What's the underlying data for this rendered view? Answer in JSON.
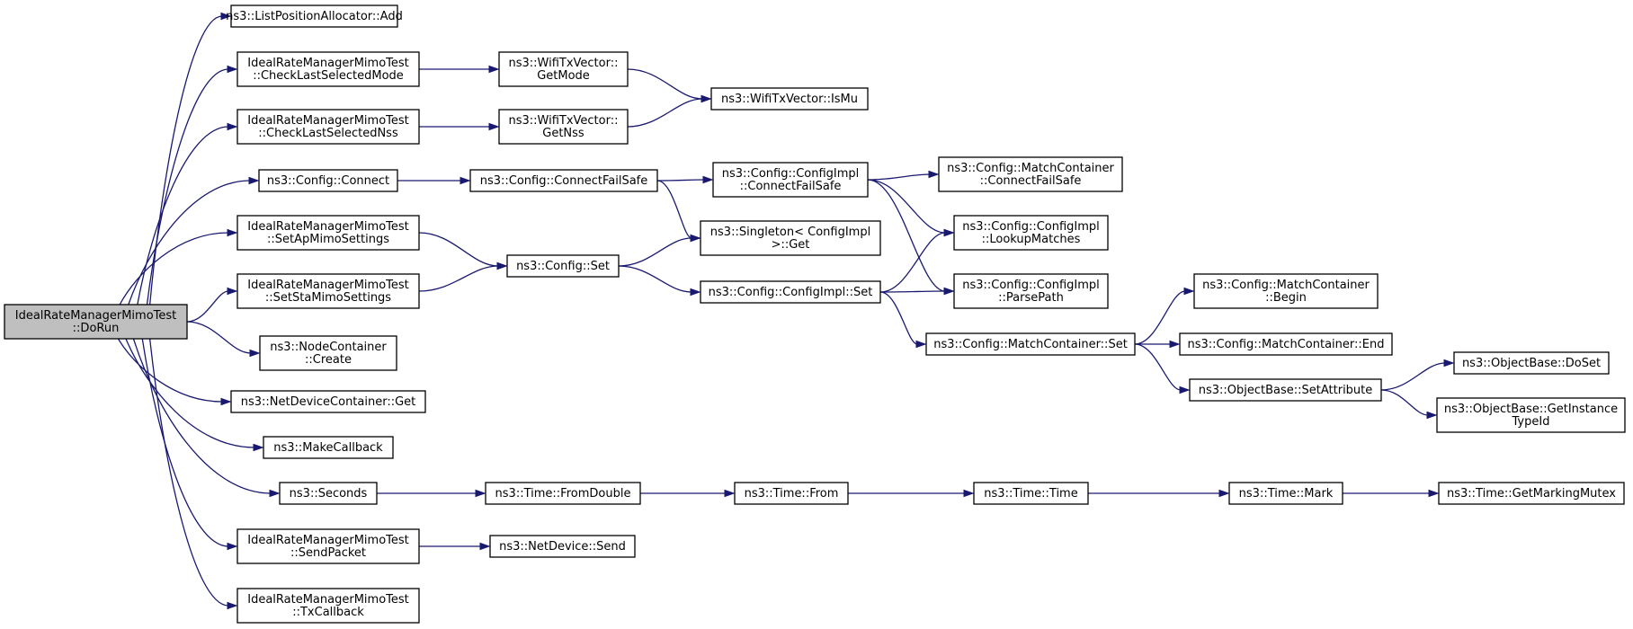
{
  "graph": {
    "colors": {
      "edge": "#191970",
      "root_fill": "#bfbfbf",
      "node_fill": "#ffffff",
      "node_border": "#000000"
    },
    "nodes": [
      {
        "id": "root",
        "lines": [
          "IdealRateManagerMimoTest",
          "::DoRun"
        ],
        "root": true
      },
      {
        "id": "listadd",
        "lines": [
          "ns3::ListPositionAllocator::Add"
        ]
      },
      {
        "id": "checkmode",
        "lines": [
          "IdealRateManagerMimoTest",
          "::CheckLastSelectedMode"
        ]
      },
      {
        "id": "checknss",
        "lines": [
          "IdealRateManagerMimoTest",
          "::CheckLastSelectedNss"
        ]
      },
      {
        "id": "connect",
        "lines": [
          "ns3::Config::Connect"
        ]
      },
      {
        "id": "setap",
        "lines": [
          "IdealRateManagerMimoTest",
          "::SetApMimoSettings"
        ]
      },
      {
        "id": "setsta",
        "lines": [
          "IdealRateManagerMimoTest",
          "::SetStaMimoSettings"
        ]
      },
      {
        "id": "nccreate",
        "lines": [
          "ns3::NodeContainer",
          "::Create"
        ]
      },
      {
        "id": "ndcget",
        "lines": [
          "ns3::NetDeviceContainer::Get"
        ]
      },
      {
        "id": "makecb",
        "lines": [
          "ns3::MakeCallback"
        ]
      },
      {
        "id": "seconds",
        "lines": [
          "ns3::Seconds"
        ]
      },
      {
        "id": "sendpacket",
        "lines": [
          "IdealRateManagerMimoTest",
          "::SendPacket"
        ]
      },
      {
        "id": "txcb",
        "lines": [
          "IdealRateManagerMimoTest",
          "::TxCallback"
        ]
      },
      {
        "id": "getmode",
        "lines": [
          "ns3::WifiTxVector::",
          "GetMode"
        ]
      },
      {
        "id": "getnss",
        "lines": [
          "ns3::WifiTxVector::",
          "GetNss"
        ]
      },
      {
        "id": "ismu",
        "lines": [
          "ns3::WifiTxVector::IsMu"
        ]
      },
      {
        "id": "connectfs",
        "lines": [
          "ns3::Config::ConnectFailSafe"
        ]
      },
      {
        "id": "cfgset",
        "lines": [
          "ns3::Config::Set"
        ]
      },
      {
        "id": "singleton",
        "lines": [
          "ns3::Singleton< ConfigImpl",
          ">::Get"
        ]
      },
      {
        "id": "implconnectfs",
        "lines": [
          "ns3::Config::ConfigImpl",
          "::ConnectFailSafe"
        ]
      },
      {
        "id": "implset",
        "lines": [
          "ns3::Config::ConfigImpl::Set"
        ]
      },
      {
        "id": "mcconnectfs",
        "lines": [
          "ns3::Config::MatchContainer",
          "::ConnectFailSafe"
        ]
      },
      {
        "id": "lookup",
        "lines": [
          "ns3::Config::ConfigImpl",
          "::LookupMatches"
        ]
      },
      {
        "id": "parsepath",
        "lines": [
          "ns3::Config::ConfigImpl",
          "::ParsePath"
        ]
      },
      {
        "id": "mcset",
        "lines": [
          "ns3::Config::MatchContainer::Set"
        ]
      },
      {
        "id": "mcbegin",
        "lines": [
          "ns3::Config::MatchContainer",
          "::Begin"
        ]
      },
      {
        "id": "mcend",
        "lines": [
          "ns3::Config::MatchContainer::End"
        ]
      },
      {
        "id": "setattr",
        "lines": [
          "ns3::ObjectBase::SetAttribute"
        ]
      },
      {
        "id": "doset",
        "lines": [
          "ns3::ObjectBase::DoSet"
        ]
      },
      {
        "id": "getinst",
        "lines": [
          "ns3::ObjectBase::GetInstance",
          "TypeId"
        ]
      },
      {
        "id": "nsdsend",
        "lines": [
          "ns3::NetDevice::Send"
        ]
      },
      {
        "id": "fromdouble",
        "lines": [
          "ns3::Time::FromDouble"
        ]
      },
      {
        "id": "timefrom",
        "lines": [
          "ns3::Time::From"
        ]
      },
      {
        "id": "timetime",
        "lines": [
          "ns3::Time::Time"
        ]
      },
      {
        "id": "timemark",
        "lines": [
          "ns3::Time::Mark"
        ]
      },
      {
        "id": "mutex",
        "lines": [
          "ns3::Time::GetMarkingMutex"
        ]
      }
    ],
    "edges": [
      [
        "root",
        "listadd"
      ],
      [
        "root",
        "checkmode"
      ],
      [
        "root",
        "checknss"
      ],
      [
        "root",
        "connect"
      ],
      [
        "root",
        "setap"
      ],
      [
        "root",
        "setsta"
      ],
      [
        "root",
        "nccreate"
      ],
      [
        "root",
        "ndcget"
      ],
      [
        "root",
        "makecb"
      ],
      [
        "root",
        "seconds"
      ],
      [
        "root",
        "sendpacket"
      ],
      [
        "root",
        "txcb"
      ],
      [
        "checkmode",
        "getmode"
      ],
      [
        "getmode",
        "ismu"
      ],
      [
        "checknss",
        "getnss"
      ],
      [
        "getnss",
        "ismu"
      ],
      [
        "connect",
        "connectfs"
      ],
      [
        "connectfs",
        "implconnectfs"
      ],
      [
        "connectfs",
        "singleton"
      ],
      [
        "implconnectfs",
        "mcconnectfs"
      ],
      [
        "implconnectfs",
        "lookup"
      ],
      [
        "implconnectfs",
        "parsepath"
      ],
      [
        "setap",
        "cfgset"
      ],
      [
        "setsta",
        "cfgset"
      ],
      [
        "cfgset",
        "singleton"
      ],
      [
        "cfgset",
        "implset"
      ],
      [
        "implset",
        "lookup"
      ],
      [
        "implset",
        "parsepath"
      ],
      [
        "implset",
        "mcset"
      ],
      [
        "mcset",
        "mcbegin"
      ],
      [
        "mcset",
        "mcend"
      ],
      [
        "mcset",
        "setattr"
      ],
      [
        "setattr",
        "doset"
      ],
      [
        "setattr",
        "getinst"
      ],
      [
        "seconds",
        "fromdouble"
      ],
      [
        "fromdouble",
        "timefrom"
      ],
      [
        "timefrom",
        "timetime"
      ],
      [
        "timetime",
        "timemark"
      ],
      [
        "timemark",
        "mutex"
      ],
      [
        "sendpacket",
        "nsdsend"
      ]
    ]
  }
}
